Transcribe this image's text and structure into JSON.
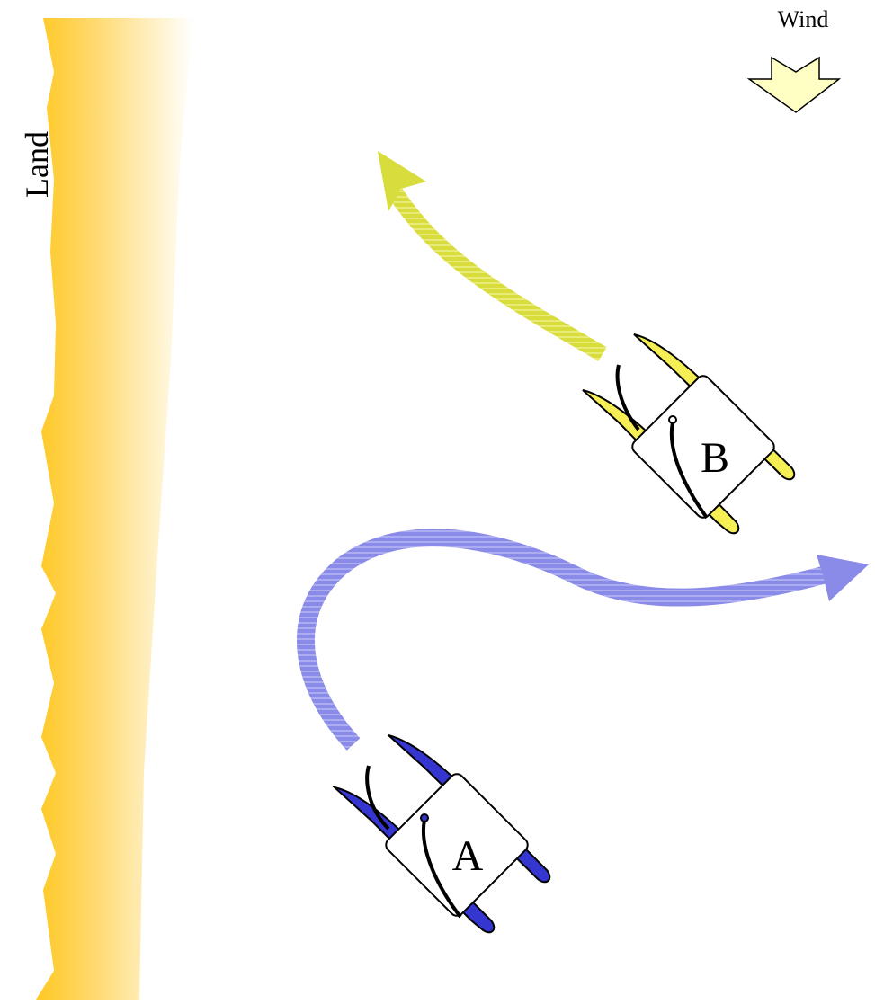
{
  "diagram": {
    "wind_label": "Wind",
    "land_label": "Land",
    "boat_a": {
      "label": "A",
      "hull_color": "#3535d0",
      "path_color": "#8a8ae8"
    },
    "boat_b": {
      "label": "B",
      "hull_color": "#f5ee55",
      "path_color": "#d8dc3c"
    },
    "colors": {
      "land_edge": "#ffc822",
      "land_fade": "#ffffff",
      "wind_arrow_fill": "#ffffc4",
      "outline": "#000000"
    }
  }
}
